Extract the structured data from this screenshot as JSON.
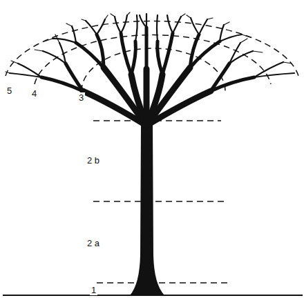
{
  "diagram": {
    "labels": [
      "5",
      "4",
      "3",
      "2 b",
      "2 a",
      "1"
    ]
  }
}
